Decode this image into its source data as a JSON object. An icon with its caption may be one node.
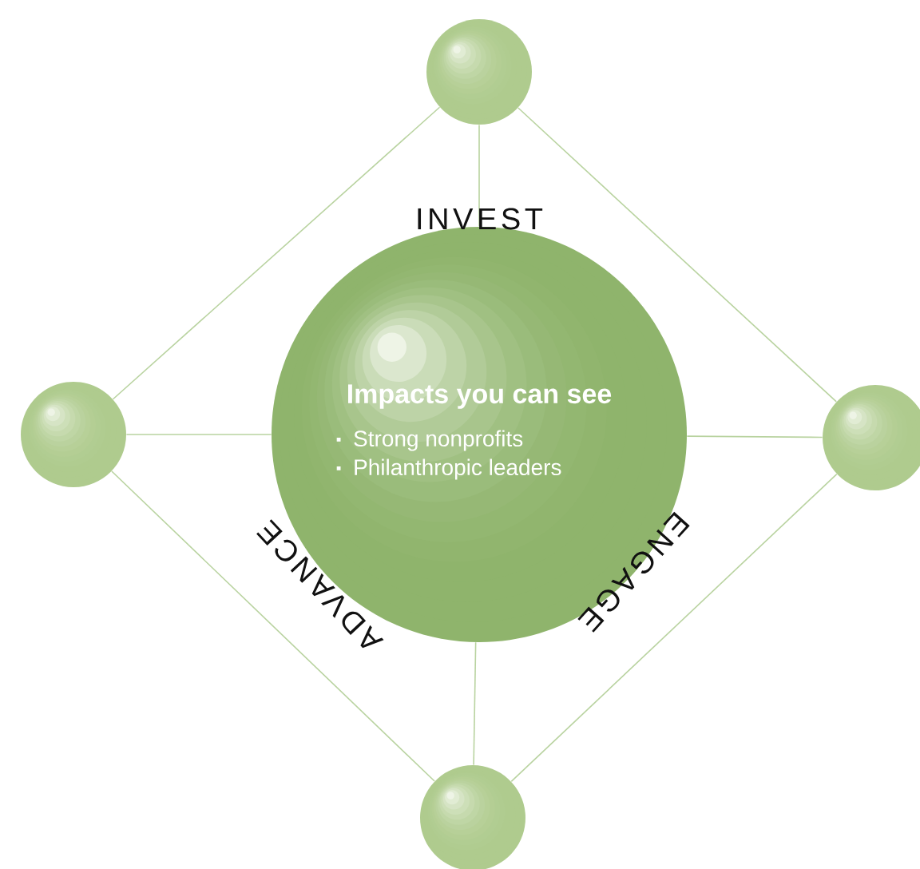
{
  "diagram": {
    "nodes": [
      {
        "text": [
          "Impacts you can see",
          "Strong nonprofits",
          "Philanthropic leaders"
        ]
      },
      {
        "text": [],
        "shape": "circle"
      },
      {
        "text": [],
        "shape": "circle"
      },
      {
        "text": [],
        "shape": "circle"
      },
      {
        "text": [],
        "shape": "circle"
      }
    ],
    "edges": [
      {
        "from": 1,
        "to": 0,
        "arrow": "none"
      },
      {
        "from": 2,
        "to": 0,
        "arrow": "none"
      },
      {
        "from": 3,
        "to": 0,
        "arrow": "none"
      },
      {
        "from": 4,
        "to": 0,
        "arrow": "none"
      },
      {
        "from": 1,
        "to": 2,
        "arrow": "none"
      },
      {
        "from": 1,
        "to": 3,
        "arrow": "none"
      },
      {
        "from": 2,
        "to": 4,
        "arrow": "none"
      },
      {
        "from": 3,
        "to": 4,
        "arrow": "none"
      }
    ],
    "labels": [
      "INVEST",
      "ENGAGE",
      "ADVANCE"
    ]
  }
}
